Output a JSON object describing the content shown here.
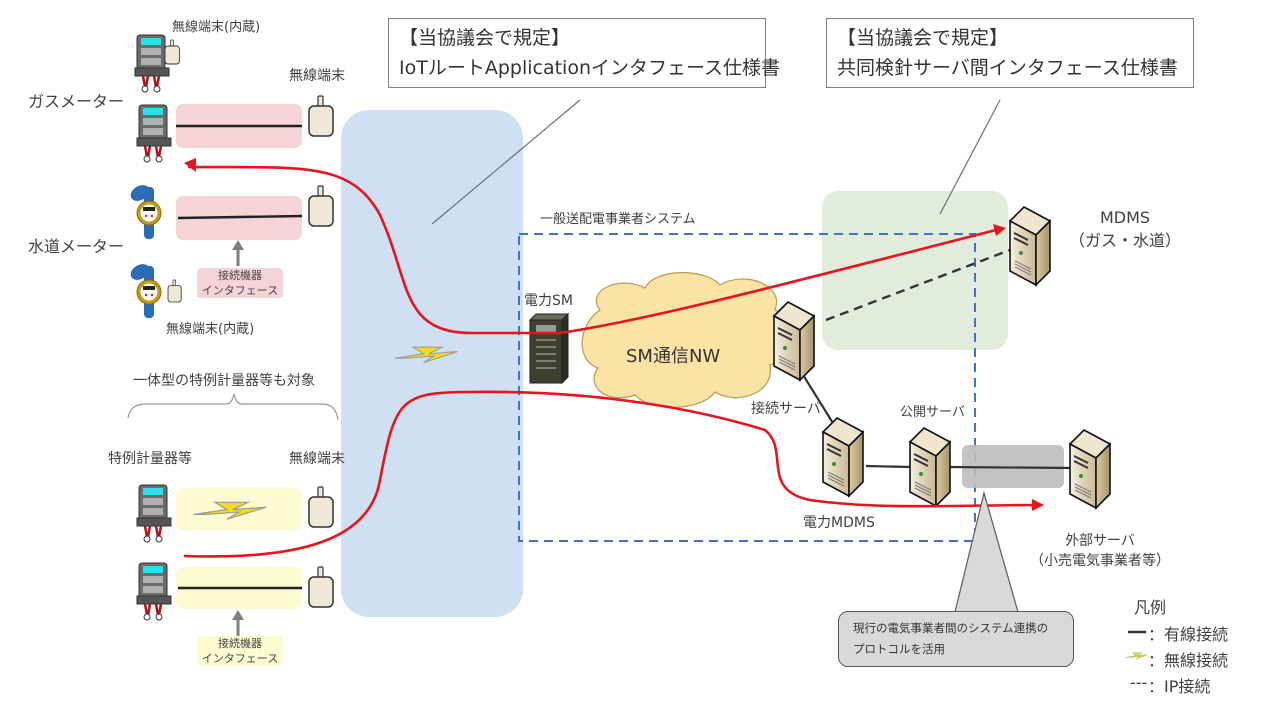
{
  "spec_boxes": [
    {
      "line1": "【当協議会で規定】",
      "line2": "IoTルートApplicationインタフェース仕様書"
    },
    {
      "line1": "【当協議会で規定】",
      "line2": "共同検針サーバ間インタフェース仕様書"
    }
  ],
  "meters": {
    "gas": {
      "label": "ガスメーター",
      "builtin_terminal": "無線端末(内蔵)",
      "terminal": "無線端末"
    },
    "water": {
      "label": "水道メーター",
      "builtin_terminal": "無線端末(内蔵)",
      "interface": [
        "接続機器",
        "インタフェース"
      ]
    },
    "special": {
      "group_note": "一体型の特例計量器等も対象",
      "label": "特例計量器等",
      "terminal": "無線端末",
      "interface": [
        "接続機器",
        "インタフェース"
      ]
    }
  },
  "system": {
    "title": "一般送配電事業者システム",
    "power_sm": "電力SM",
    "network": "SM通信NW",
    "connection_server": "接続サーバ",
    "public_server": "公開サーバ",
    "power_mdms": "電力MDMS"
  },
  "external": {
    "mdms": [
      "MDMS",
      "（ガス・水道）"
    ],
    "external_server": [
      "外部サーバ",
      "（小売電気事業者等）"
    ]
  },
  "callout": [
    "現行の電気事業者間のシステム連携の",
    "プロトコルを活用"
  ],
  "legend": {
    "title": "凡例",
    "items": [
      {
        "symbol": "—",
        "label": "：有線接続"
      },
      {
        "symbol": "lightning",
        "label": "：無線接続"
      },
      {
        "symbol": "---",
        "label": "：IP接続"
      }
    ]
  },
  "colors": {
    "route_red": "#e8141c",
    "wireless_zone": "#cfe0f3",
    "gas_band": "#f6d3d6",
    "special_band": "#fdfbd2",
    "mdms_zone": "#e2ecdc",
    "system_border": "#4472c4",
    "cloud": "#fbe3a6"
  }
}
